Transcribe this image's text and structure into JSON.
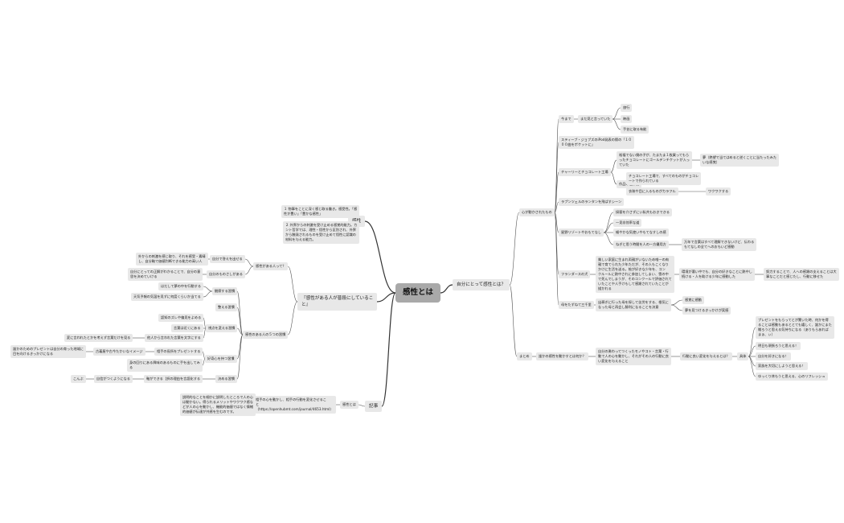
{
  "mindmap": {
    "root": "感性とは",
    "nodes": [
      {
        "id": "r1",
        "parent": "root",
        "text": "自分にとって感性とは？",
        "level": 1
      },
      {
        "id": "r1a",
        "parent": "r1",
        "text": "心が動かされたもの"
      },
      {
        "id": "ima",
        "parent": "r1a",
        "text": "今まで"
      },
      {
        "id": "suki",
        "parent": "ima",
        "text": "まだ見と言っていた"
      },
      {
        "id": "s1",
        "parent": "suki",
        "text": "旅行"
      },
      {
        "id": "s2",
        "parent": "suki",
        "text": "映画"
      },
      {
        "id": "s3",
        "parent": "suki",
        "text": "手芸に取る有能"
      },
      {
        "id": "steve",
        "parent": "r1a",
        "text": "スティーブ・ジョブズのiPod発表の際の「１０\n００曲をポケットに」"
      },
      {
        "id": "charlie",
        "parent": "r1a",
        "text": "チャーリーとチョコレート工場"
      },
      {
        "id": "c1",
        "parent": "charlie",
        "text": "裕福でない僕の子が、たまたま１枚買ってもら\nったチョコレートにゴールデンチケットが入っ\nていた"
      },
      {
        "id": "c1a",
        "parent": "c1",
        "text": "夢（絶望で当てはめると逆くことに当たったみた\nいな感覚）"
      },
      {
        "id": "c2",
        "parent": "charlie",
        "text": "作品の世界観"
      },
      {
        "id": "c2a",
        "parent": "c2",
        "text": "チョコレート工場で、すべてのものがチョコレ\nートで作られている"
      },
      {
        "id": "c2b",
        "parent": "c2",
        "text": "衣装や目に入るものがカラフル"
      },
      {
        "id": "c2b1",
        "parent": "c2b",
        "text": "ワクワクする"
      },
      {
        "id": "rap",
        "parent": "r1a",
        "text": "ラプンツェルのランタンを飛ばすシーン"
      },
      {
        "id": "resort",
        "parent": "r1a",
        "text": "星野リゾートやおもてなし"
      },
      {
        "id": "rs1",
        "parent": "resort",
        "text": "接客を介さずにい私共もおきできる"
      },
      {
        "id": "rs2",
        "parent": "resort",
        "text": "一見非効率な道"
      },
      {
        "id": "rs3",
        "parent": "resort",
        "text": "細やかな気使いやもてなすしの感"
      },
      {
        "id": "rs4",
        "parent": "resort",
        "text": "ねぎと思う時間を人の一方優用方"
      },
      {
        "id": "rs4a",
        "parent": "rs4",
        "text": "万年で言葉はすべて理解できないけど、伝わる\nもてなしの全てへのおもいど感動"
      },
      {
        "id": "flan",
        "parent": "r1a",
        "text": "フランダースの犬"
      },
      {
        "id": "f1",
        "parent": "flan",
        "text": "貧しい家庭に生まれ両親がいないため唯一の肉\n親で育てられた少年ただが、その人もこくなり\nかけに生活を送る。絵が好きな少年を、コン\nクルールに熱中されに参加してしまい、雪の中\nで死んでしまうが、そのコンクールで評価されて\nいたことや人手けもして感謝されていたことが\n描かれる"
      },
      {
        "id": "f1a",
        "parent": "f1",
        "text": "環境が悪い中でも、自分の好きなことに熱中し\n続ける・人を助ける少年に感動した"
      },
      {
        "id": "f1b",
        "parent": "f1a",
        "text": "努力することで、人への感謝の支えることは大\n事なことだと感じたし、行動に移せた"
      },
      {
        "id": "sotsu",
        "parent": "r1a",
        "text": "母をたずねて三千里"
      },
      {
        "id": "so1",
        "parent": "sotsu",
        "text": "出稼ぎに行った母を探して苦労をする、根気に\nなった母と再会し勝利になることを決意"
      },
      {
        "id": "so1a",
        "parent": "so1",
        "text": "感覚に感動"
      },
      {
        "id": "so1b",
        "parent": "so1",
        "text": "夢を見つけるきっかけが実感"
      },
      {
        "id": "matome",
        "parent": "r1",
        "text": "まとめ"
      },
      {
        "id": "m1",
        "parent": "matome",
        "text": "誰かの感性を動かすとは何か？"
      },
      {
        "id": "m1a",
        "parent": "m1",
        "text": "自分の勇わってつくったモノやコト・言葉・行\n動で人の心を動かし、それがその人の行動に良\nい変化を与えること"
      },
      {
        "id": "m1a1",
        "parent": "m1a",
        "text": "行動に良い変化を与えるとは？"
      },
      {
        "id": "rei",
        "parent": "m1a1",
        "text": "具体"
      },
      {
        "id": "e1",
        "parent": "rei",
        "text": "プレゼントをもらってとが驚いた時、何かを得\nることは感動もあるととても嬉しく、誰かにまた\n贈ろうと思える気持ちになる（ありもらあれば\nまぁ、ぃ）"
      },
      {
        "id": "e2",
        "parent": "rei",
        "text": "明日も頑張ろうと思える！"
      },
      {
        "id": "e3",
        "parent": "rei",
        "text": "自分を好きになる！"
      },
      {
        "id": "e4",
        "parent": "rei",
        "text": "家族を大切にしようと思える！"
      },
      {
        "id": "e5",
        "parent": "rei",
        "text": "ゆっくり休もうと思える、心のリフレッシュ"
      },
      {
        "id": "l1",
        "parent": "root",
        "text": "感性",
        "level": 1
      },
      {
        "id": "l1a",
        "parent": "l1",
        "text": "１ 物事をことに深く感じ取る働き。感受性。「感\n性が豊い」「豊かな感性」"
      },
      {
        "id": "l1b",
        "parent": "l1",
        "text": "２ 外界からの刺激を受け止める感覚的能力。カ\nント哲学では、理性・悟性から区別され、外界\nから触発されるものを受け止めて悟性に認識の\n材料を与える能力。"
      },
      {
        "id": "l2",
        "parent": "root",
        "text": "『感性がある人が普段にしているこ\nと』",
        "level": 1
      },
      {
        "id": "l2a",
        "parent": "l2",
        "text": "感性がある人って？"
      },
      {
        "id": "a1",
        "parent": "l2a",
        "text": "自分で答えを出せる"
      },
      {
        "id": "a1a",
        "parent": "a1",
        "text": "外からの刺激を感じ取り、それを感受・素晴\nし、自分軸で価値判断できる能力の高い人"
      },
      {
        "id": "a2",
        "parent": "l2a",
        "text": "自分のものさしがある"
      },
      {
        "id": "a2a",
        "parent": "a2",
        "text": "自分にとっての正解がわかることで、自分の意\n思を決めていける"
      },
      {
        "id": "l2b",
        "parent": "l2",
        "text": "感性のある人の５つの習慣"
      },
      {
        "id": "b1",
        "parent": "l2b",
        "text": "観察する習慣"
      },
      {
        "id": "b1a",
        "parent": "b1",
        "text": "はだして夢の中を行動する"
      },
      {
        "id": "b1b",
        "parent": "b1",
        "text": "天気予報の気温を見ずに何度くらいか当てる"
      },
      {
        "id": "b2",
        "parent": "l2b",
        "text": "整える習慣"
      },
      {
        "id": "b3",
        "parent": "l2b",
        "text": "視点を変える習慣"
      },
      {
        "id": "b3a",
        "parent": "b3",
        "text": "認知のズレや偏見をよめる"
      },
      {
        "id": "b3b",
        "parent": "b3",
        "text": "言葉は近くにある"
      },
      {
        "id": "b3c",
        "parent": "b3",
        "text": "他人から言われた言葉を文字にする"
      },
      {
        "id": "b3c1",
        "parent": "b3c",
        "text": "変に言われたとかを考えず言葉だけを見る"
      },
      {
        "id": "b4",
        "parent": "l2b",
        "text": "好奇心を持つ習慣"
      },
      {
        "id": "b4a",
        "parent": "b4",
        "text": "相手の長所をプレゼントする"
      },
      {
        "id": "b4a1",
        "parent": "b4a",
        "text": "古着屋や古今たかいなイメージ"
      },
      {
        "id": "b4a2",
        "parent": "b4a1",
        "text": "誰かのためのプレゼントは自分の育った地域に\n目を向けるきっかけになる"
      },
      {
        "id": "b4b",
        "parent": "b4",
        "text": "身の回りにある興味のあるものに手を出してみ\nる"
      },
      {
        "id": "b5",
        "parent": "l2b",
        "text": "決める習慣"
      },
      {
        "id": "b5a",
        "parent": "b5",
        "text": "選択の理由を言語化する"
      },
      {
        "id": "b5a1",
        "parent": "b5a",
        "text": "軸ができる"
      },
      {
        "id": "b5a2",
        "parent": "b5a1",
        "text": "自信がつくようになる"
      },
      {
        "id": "b5a3",
        "parent": "b5a2",
        "text": "こんぶ"
      },
      {
        "id": "l3",
        "parent": "root",
        "text": "記事",
        "level": 1
      },
      {
        "id": "l3a",
        "parent": "l3",
        "text": "感性とは"
      },
      {
        "id": "l3a1",
        "parent": "l3a",
        "text": "相手の心を動かし、相手の行動を変化させるこ\nと\n（https://openhubmt.com/journal/4653.html）"
      },
      {
        "id": "l3a2",
        "parent": "l3a1",
        "text": "説明的なことを細かに説明したところで人の心\nは動かない。得られるメリットやワクワク感な\nどが人の心を動かし、機能的価値ではなく情緒\n的価値が伝達が共感を生むのです。"
      }
    ]
  }
}
